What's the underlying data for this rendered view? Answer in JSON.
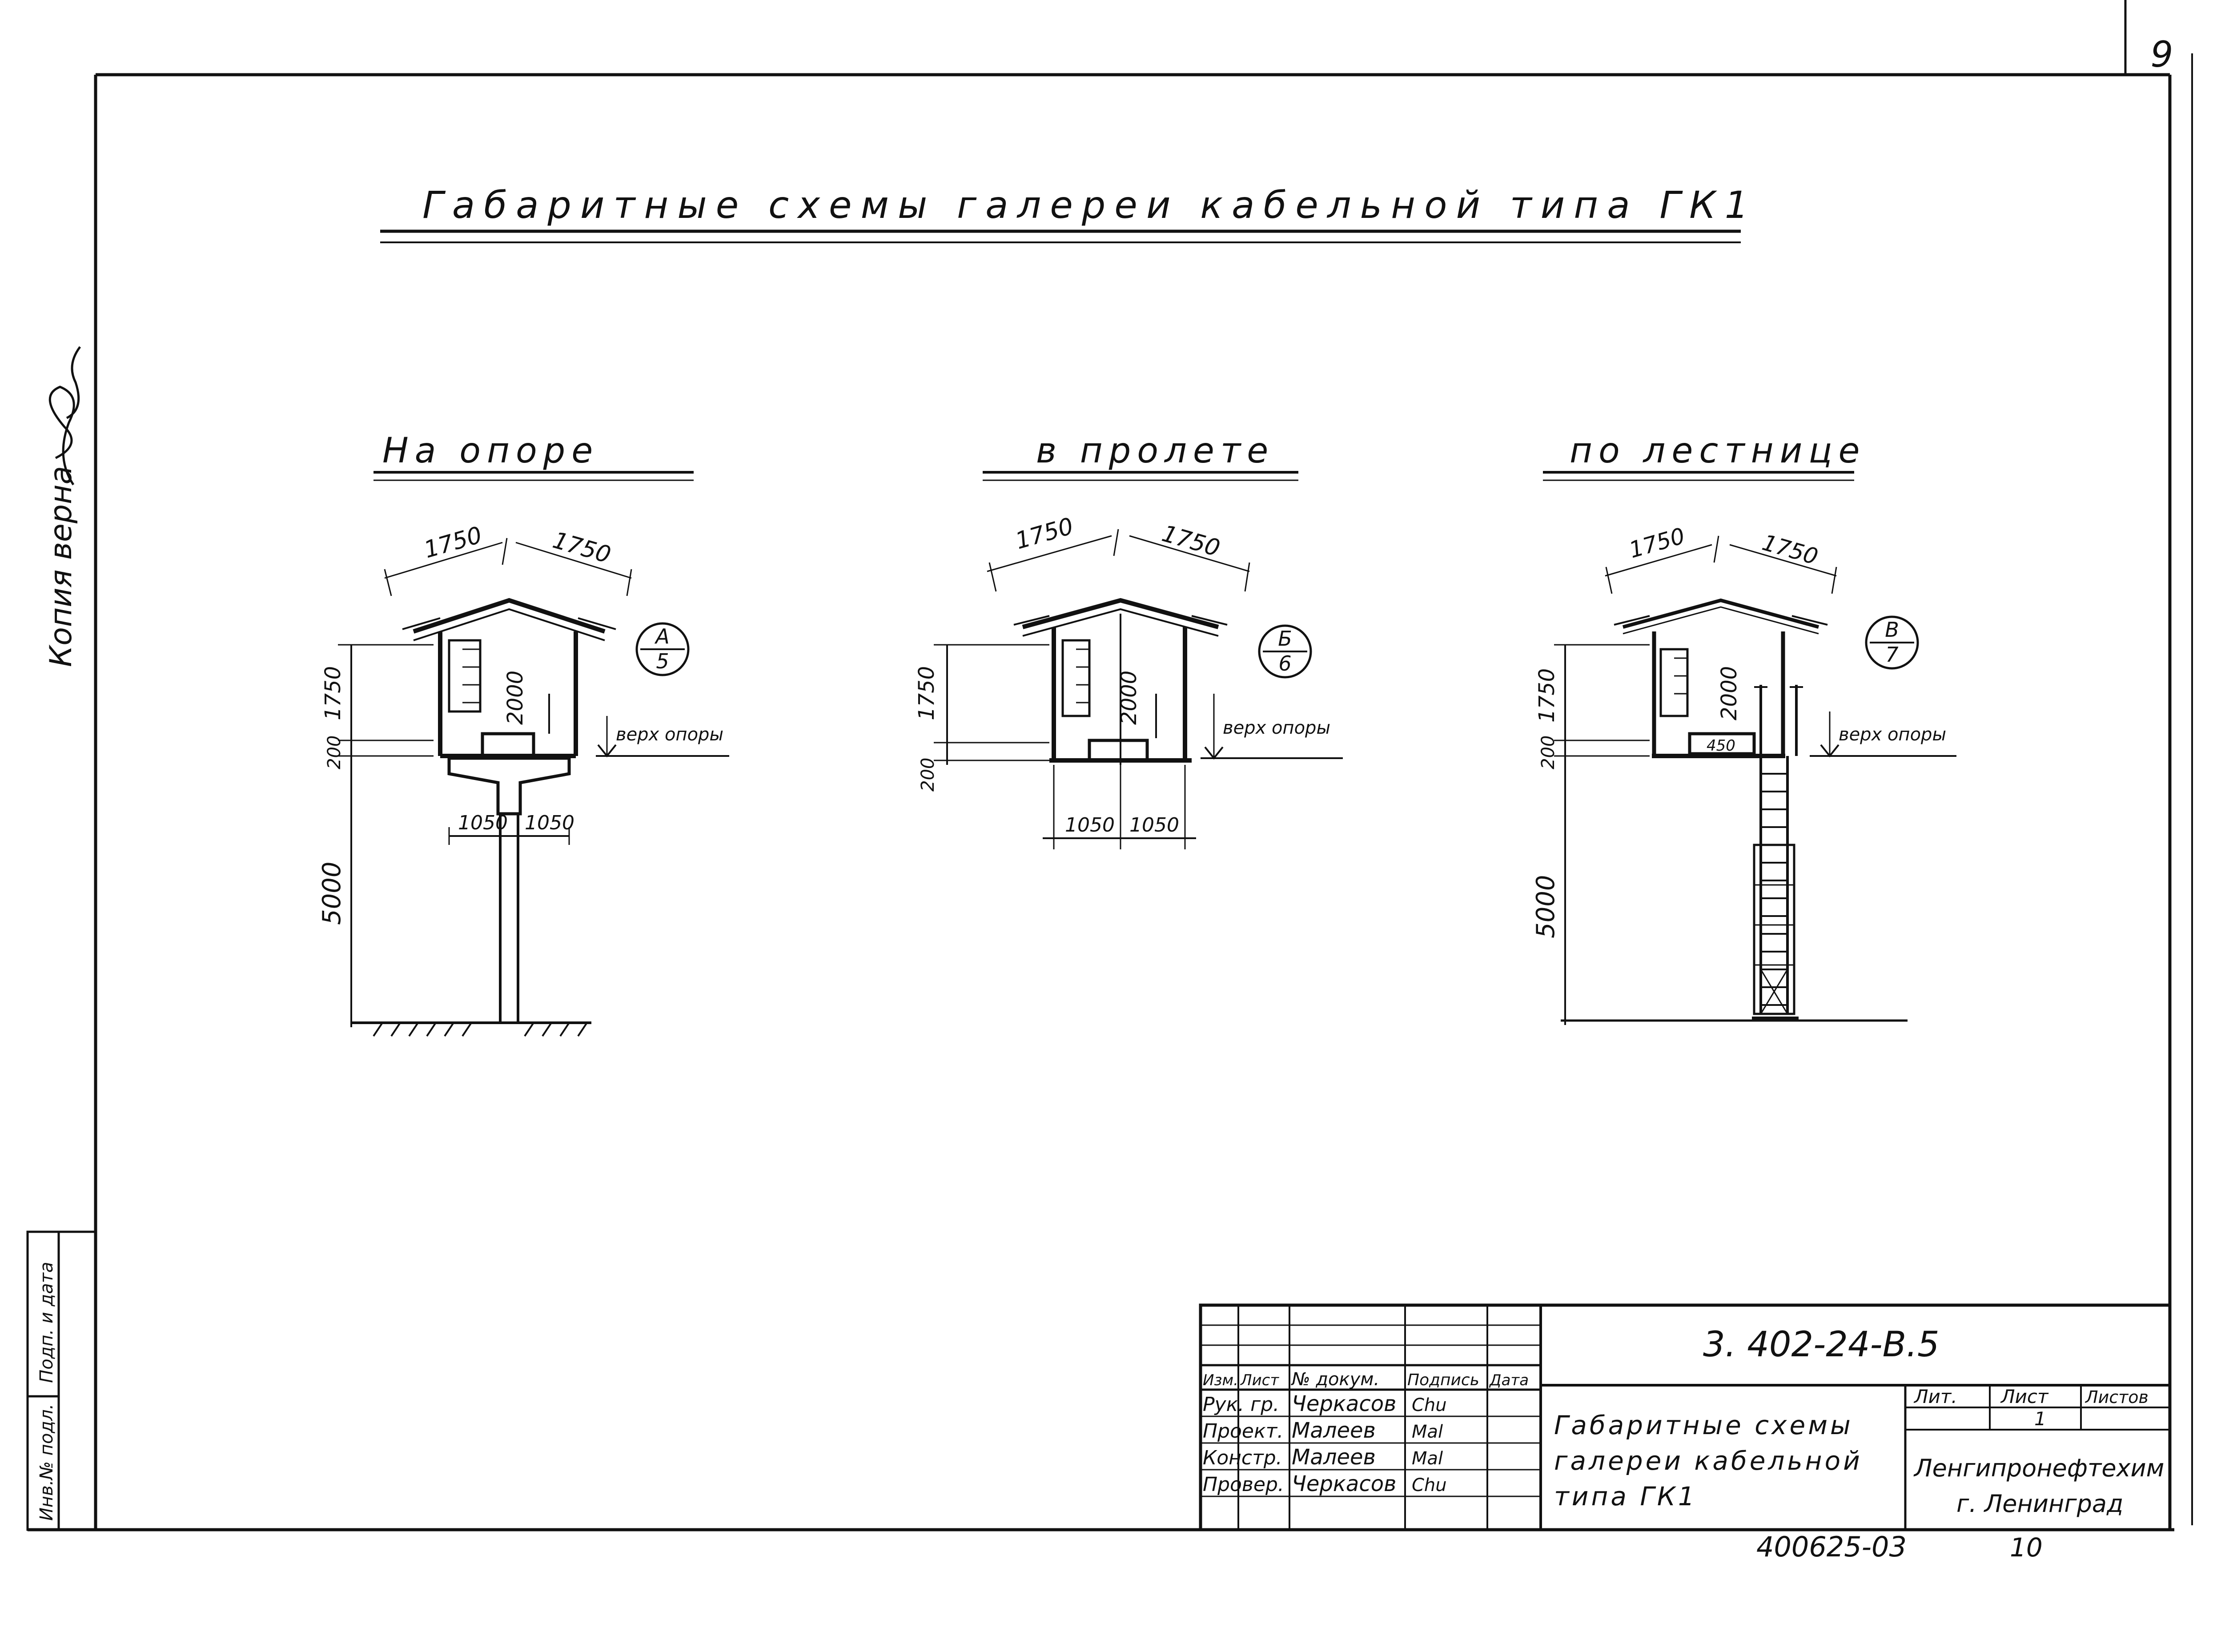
{
  "sheet": {
    "page_number": "9",
    "title": "Габаритные схемы галереи кабельной типа ГК1",
    "margin_note": "Копия верна",
    "side_stamp": [
      "Инв.№ подл.",
      "Подп. и дата"
    ]
  },
  "views": [
    {
      "title": "На опоре",
      "callout_top": "А",
      "callout_bottom": "5",
      "dims": {
        "roof_left": "1750",
        "roof_right": "1750",
        "height_left": "1750",
        "height_small": "200",
        "inner": "2000",
        "base_left": "1050",
        "base_right": "1050",
        "column": "5000"
      },
      "level_label": "верх опоры"
    },
    {
      "title": "в пролете",
      "callout_top": "Б",
      "callout_bottom": "6",
      "dims": {
        "roof_left": "1750",
        "roof_right": "1750",
        "height_left": "1750",
        "height_small": "200",
        "inner": "2000",
        "base_left": "1050",
        "base_right": "1050"
      },
      "level_label": "верх опоры"
    },
    {
      "title": "по лестнице",
      "callout_top": "В",
      "callout_bottom": "7",
      "dims": {
        "roof_left": "1750",
        "roof_right": "1750",
        "height_left": "1750",
        "height_small": "200",
        "inner": "2000",
        "deck": "450",
        "column": "5000"
      },
      "level_label": "верх опоры"
    }
  ],
  "title_block": {
    "code": "3. 402-24-В.5",
    "header": [
      "Изм.",
      "Лист",
      "№ докум.",
      "Подпись",
      "Дата"
    ],
    "rows": [
      {
        "role": "Рук. гр.",
        "name": "Черкасов",
        "sign": "Chu"
      },
      {
        "role": "Проект.",
        "name": "Малеев",
        "sign": "Mal"
      },
      {
        "role": "Констр.",
        "name": "Малеев",
        "sign": "Mal"
      },
      {
        "role": "Провер.",
        "name": "Черкасов",
        "sign": "Chu"
      }
    ],
    "description": [
      "Габаритные схемы",
      "галереи кабельной",
      "типа ГК1"
    ],
    "lit_label": "Лит.",
    "sheet_label": "Лист",
    "sheets_label": "Листов",
    "sheet_value": "1",
    "org": [
      "Ленгипронефтехим",
      "г. Ленинград"
    ]
  },
  "footer": {
    "archive_number": "400625-03",
    "extra_number": "10"
  }
}
